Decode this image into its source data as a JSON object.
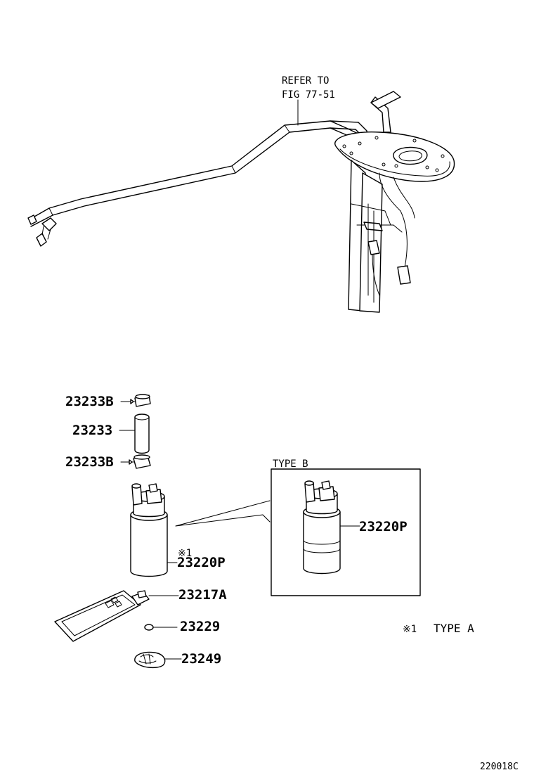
{
  "refer_note": {
    "line1": "REFER TO",
    "line2": "FIG 77-51"
  },
  "parts": {
    "p23233B_top": "23233B",
    "p23233": "23233",
    "p23233B_bottom": "23233B",
    "p23220P_main": "23220P",
    "p23220P_typeb": "23220P",
    "p23217A": "23217A",
    "p23229": "23229",
    "p23249": "23249"
  },
  "note_marker": "※1",
  "type_b_label": "TYPE B",
  "legend": {
    "marker": "※1",
    "text": "TYPE A"
  },
  "figure_id": "220018C"
}
